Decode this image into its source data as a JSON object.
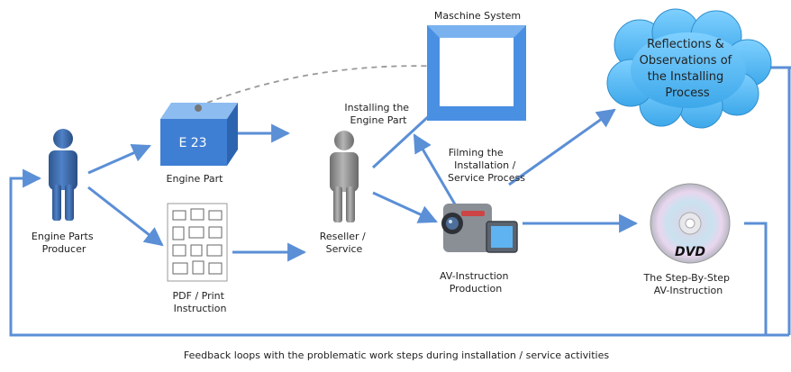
{
  "nodes": {
    "producer": {
      "line1": "Engine Parts",
      "line2": "Producer"
    },
    "engine_part": {
      "box_text": "E 23",
      "label": "Engine Part"
    },
    "pdf": {
      "line1": "PDF / Print",
      "line2": "Instruction"
    },
    "reseller": {
      "line1": "Reseller /",
      "line2": "Service"
    },
    "machine": {
      "title": "Maschine System"
    },
    "installing": {
      "line1": "Installing the",
      "line2": "Engine Part"
    },
    "filming": {
      "line1": "Filming the",
      "line2": "Installation /",
      "line3": "Service Process"
    },
    "av_production": {
      "line1": "AV-Instruction",
      "line2": "Production"
    },
    "cloud": {
      "line1": "Reflections &",
      "line2": "Observations of",
      "line3": "the Installing",
      "line4": "Process"
    },
    "dvd": {
      "disc_label": "DVD",
      "line1": "The Step-By-Step",
      "line2": "AV-Instruction"
    }
  },
  "footer": {
    "feedback": "Feedback loops with the problematic work steps during installation / service activities"
  },
  "colors": {
    "arrow": "#5b8fd6",
    "person_blue": "#3a68b0",
    "person_gray": "#8a8a8a",
    "cube": "#3f7fd3",
    "frame": "#4a90e2",
    "cloud": "#5ab7f0"
  }
}
